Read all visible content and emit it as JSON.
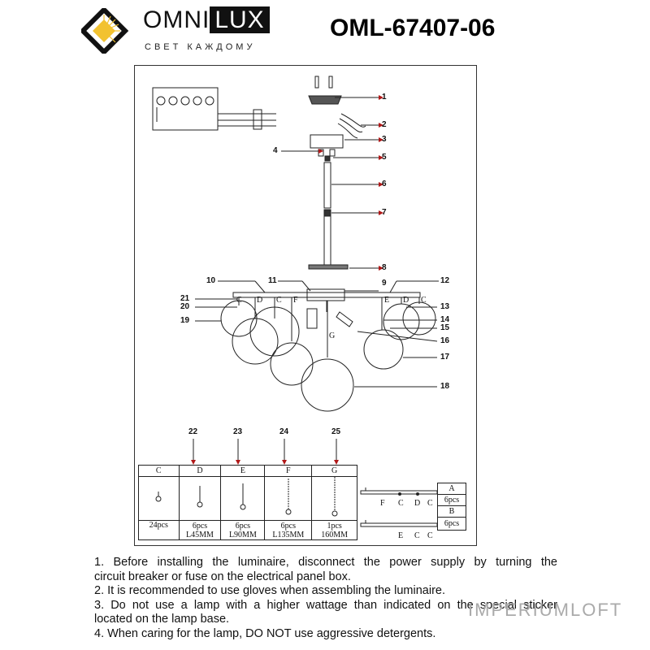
{
  "brand": {
    "name_part1": "OMNI",
    "name_part2": "LUX",
    "tagline": "СВЕТ КАЖДОМУ"
  },
  "model": "OML-67407-06",
  "callouts": [
    "1",
    "2",
    "3",
    "4",
    "5",
    "6",
    "7",
    "8",
    "9",
    "10",
    "11",
    "12",
    "13",
    "14",
    "15",
    "16",
    "17",
    "18",
    "19",
    "20",
    "21"
  ],
  "hanger_labels": {
    "c1": "C",
    "d1": "D",
    "c2": "C",
    "f1": "F",
    "g": "G",
    "e1": "E",
    "d2": "D",
    "c3": "C"
  },
  "parts": {
    "numbers": [
      "22",
      "23",
      "24",
      "25"
    ],
    "headers": [
      "C",
      "D",
      "E",
      "F",
      "G"
    ],
    "qty": [
      "24pcs",
      "6pcs",
      "6pcs",
      "6pcs",
      "1pcs"
    ],
    "length": [
      "",
      "L45MM",
      "L90MM",
      "L135MM",
      "160MM"
    ]
  },
  "arms": {
    "a": {
      "label": "A",
      "qty": "6pcs",
      "letters": [
        "F",
        "C",
        "D",
        "C"
      ]
    },
    "b": {
      "label": "B",
      "qty": "6pcs",
      "letters": [
        "E",
        "C",
        "C"
      ]
    }
  },
  "instructions": {
    "line1": "1. Before installing the luminaire, disconnect the power supply by turning the",
    "line2": "circuit breaker or fuse on the electrical panel box.",
    "line3": "2. It is recommended to use gloves when assembling the luminaire.",
    "line4": "3. Do not use a lamp with a higher wattage than indicated on the special sticker",
    "line5": "located on the lamp base.",
    "line6": "4. When caring for the lamp, DO NOT use aggressive detergents."
  },
  "watermark": "IMPERIUMLOFT"
}
